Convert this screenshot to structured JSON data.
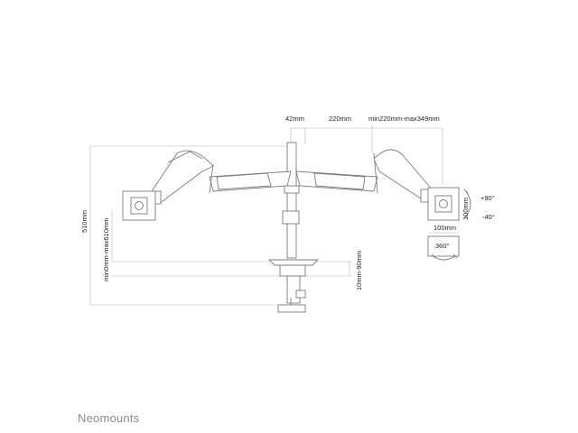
{
  "dimensions": {
    "offset_42": "42mm",
    "span_220": "220mm",
    "range_arm": "min220mm-max349mm",
    "total_height": "510mm",
    "height_range": "min0mm-max610mm",
    "clamp_range": "10mm-90mm",
    "vesa_height": "100mm",
    "vesa_width": "100mm",
    "tilt_up": "+90°",
    "tilt_down": "-40°",
    "rotation": "360°"
  },
  "brand": {
    "name": "Neomounts"
  },
  "colors": {
    "line": "#777777",
    "fill": "#ffffff",
    "dim": "#aaaaaa"
  }
}
